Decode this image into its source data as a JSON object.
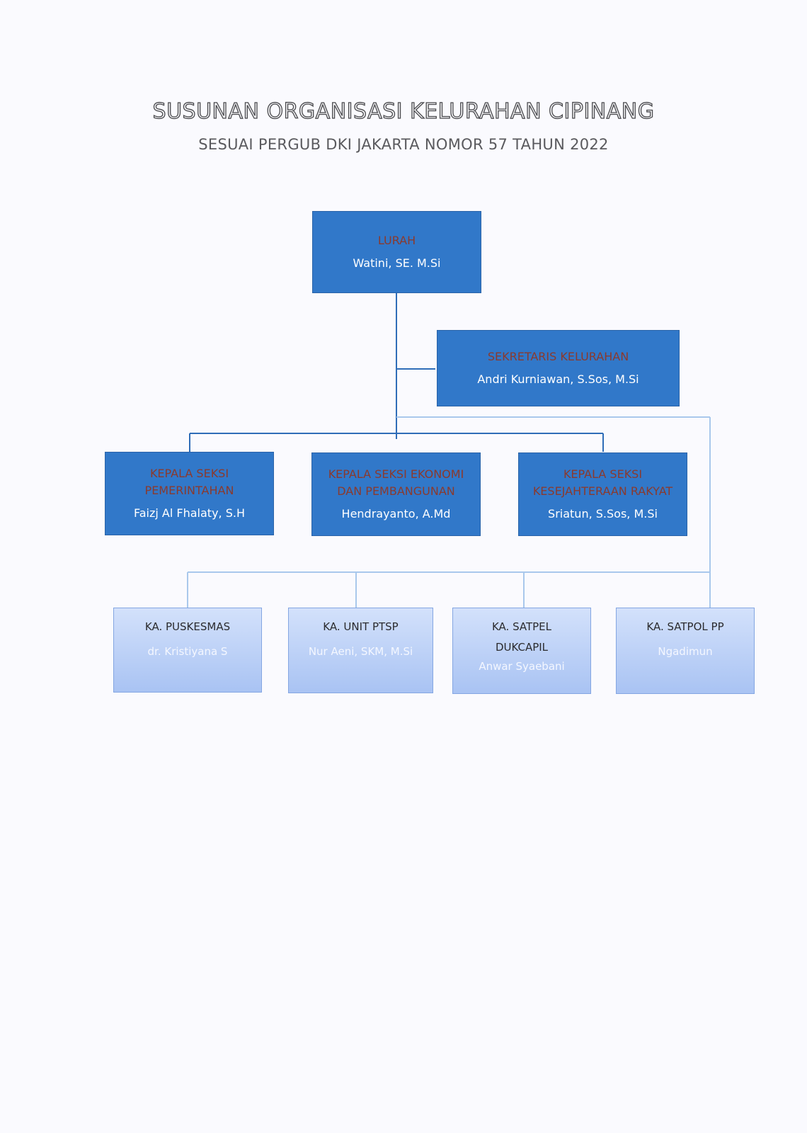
{
  "header": {
    "title": "SUSUNAN ORGANISASI KELURAHAN CIPINANG",
    "subtitle": "SESUAI PERGUB DKI JAKARTA NOMOR 57 TAHUN 2022"
  },
  "org": {
    "lurah": {
      "role": "LURAH",
      "name": "Watini, SE. M.Si"
    },
    "sekretaris": {
      "role": "SEKRETARIS KELURAHAN",
      "name": "Andri Kurniawan, S.Sos, M.Si"
    },
    "seksi": [
      {
        "role": "KEPALA SEKSI PEMERINTAHAN",
        "name": "Faizj Al Fhalaty, S.H"
      },
      {
        "role": "KEPALA SEKSI EKONOMI DAN PEMBANGUNAN",
        "name": "Hendrayanto, A.Md"
      },
      {
        "role": "KEPALA SEKSI KESEJAHTERAAN RAKYAT",
        "name": "Sriatun, S.Sos, M.Si"
      }
    ],
    "units": [
      {
        "role": "KA. PUSKESMAS",
        "name": "dr. Kristiyana S"
      },
      {
        "role": "KA. UNIT PTSP",
        "name": "Nur Aeni, SKM, M.Si"
      },
      {
        "role": "KA. SATPEL DUKCAPIL",
        "name": "Anwar Syaebani"
      },
      {
        "role": "KA. SATPOL PP",
        "name": "Ngadimun"
      }
    ]
  },
  "colors": {
    "dark_box": "#3178c9",
    "light_box": "#a9c3f3",
    "dark_line": "#2f6db8",
    "light_line": "#a9c8ec",
    "role_text_dark": "#8a3a2e"
  }
}
